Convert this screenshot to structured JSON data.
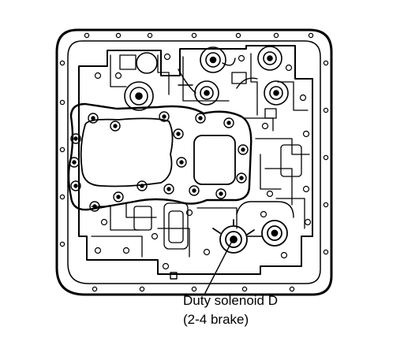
{
  "callout": {
    "line1": "Duty solenoid D",
    "line2": "(2-4 brake)"
  },
  "colors": {
    "ink": "#000000",
    "paper": "#ffffff"
  },
  "icons": [
    "bolt-head",
    "solenoid",
    "valve-body"
  ]
}
